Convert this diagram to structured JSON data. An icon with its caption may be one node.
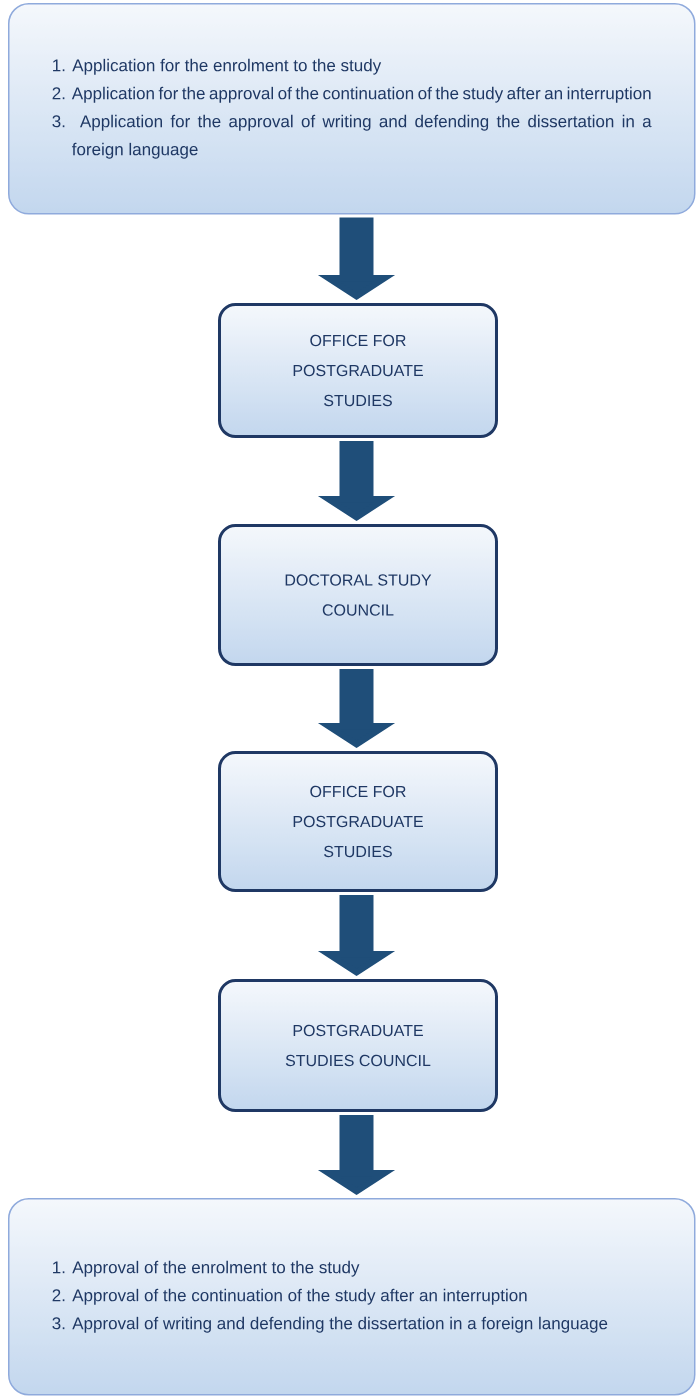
{
  "diagram": {
    "nodes": [
      {
        "text": [
          "1. Application for the enrolment to the study",
          "2. Application for the approval of the continuation of the study after an interruption",
          "3. Application for the approval of writing and defending the dissertation in a foreign language"
        ]
      },
      {
        "text": [
          "OFFICE FOR POSTGRADUATE STUDIES"
        ]
      },
      {
        "text": [
          "DOCTORAL STUDY COUNCIL"
        ]
      },
      {
        "text": [
          "OFFICE FOR POSTGRADUATE STUDIES"
        ]
      },
      {
        "text": [
          "POSTGRADUATE STUDIES COUNCIL"
        ]
      },
      {
        "text": [
          "1. Approval of the enrolment to the study",
          "2. Approval of the continuation of the study after an interruption",
          "3. Approval of writing and defending the dissertation in a foreign language"
        ]
      }
    ],
    "edges": [
      {
        "from": 0,
        "to": 1,
        "arrow": "to"
      },
      {
        "from": 1,
        "to": 2,
        "arrow": "to"
      },
      {
        "from": 2,
        "to": 3,
        "arrow": "to"
      },
      {
        "from": 3,
        "to": 4,
        "arrow": "to"
      },
      {
        "from": 4,
        "to": 5,
        "arrow": "to"
      }
    ]
  }
}
